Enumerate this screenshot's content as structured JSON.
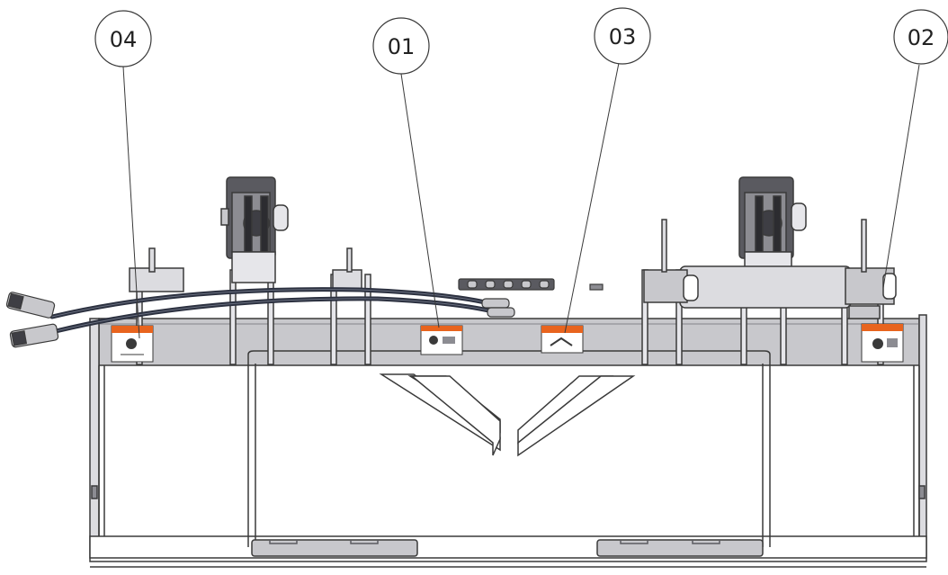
{
  "diagram": {
    "callouts": [
      {
        "id": "04",
        "label": "04"
      },
      {
        "id": "01",
        "label": "01"
      },
      {
        "id": "03",
        "label": "03"
      },
      {
        "id": "02",
        "label": "02"
      }
    ],
    "decals": [
      {
        "id": "decal-04",
        "callout": "04",
        "header_color": "#e8641e"
      },
      {
        "id": "decal-01",
        "callout": "01",
        "header_color": "#e8641e"
      },
      {
        "id": "decal-03",
        "callout": "03",
        "header_color": "#e8641e"
      },
      {
        "id": "decal-02",
        "callout": "02",
        "header_color": "#e8641e"
      }
    ],
    "colors": {
      "line": "#3a3a3a",
      "steel": "#c8c8cc",
      "steel_dark": "#8c8c92",
      "bracket_dark": "#5a5a60",
      "hose": "#2c3140",
      "decal_header": "#e8641e"
    }
  }
}
